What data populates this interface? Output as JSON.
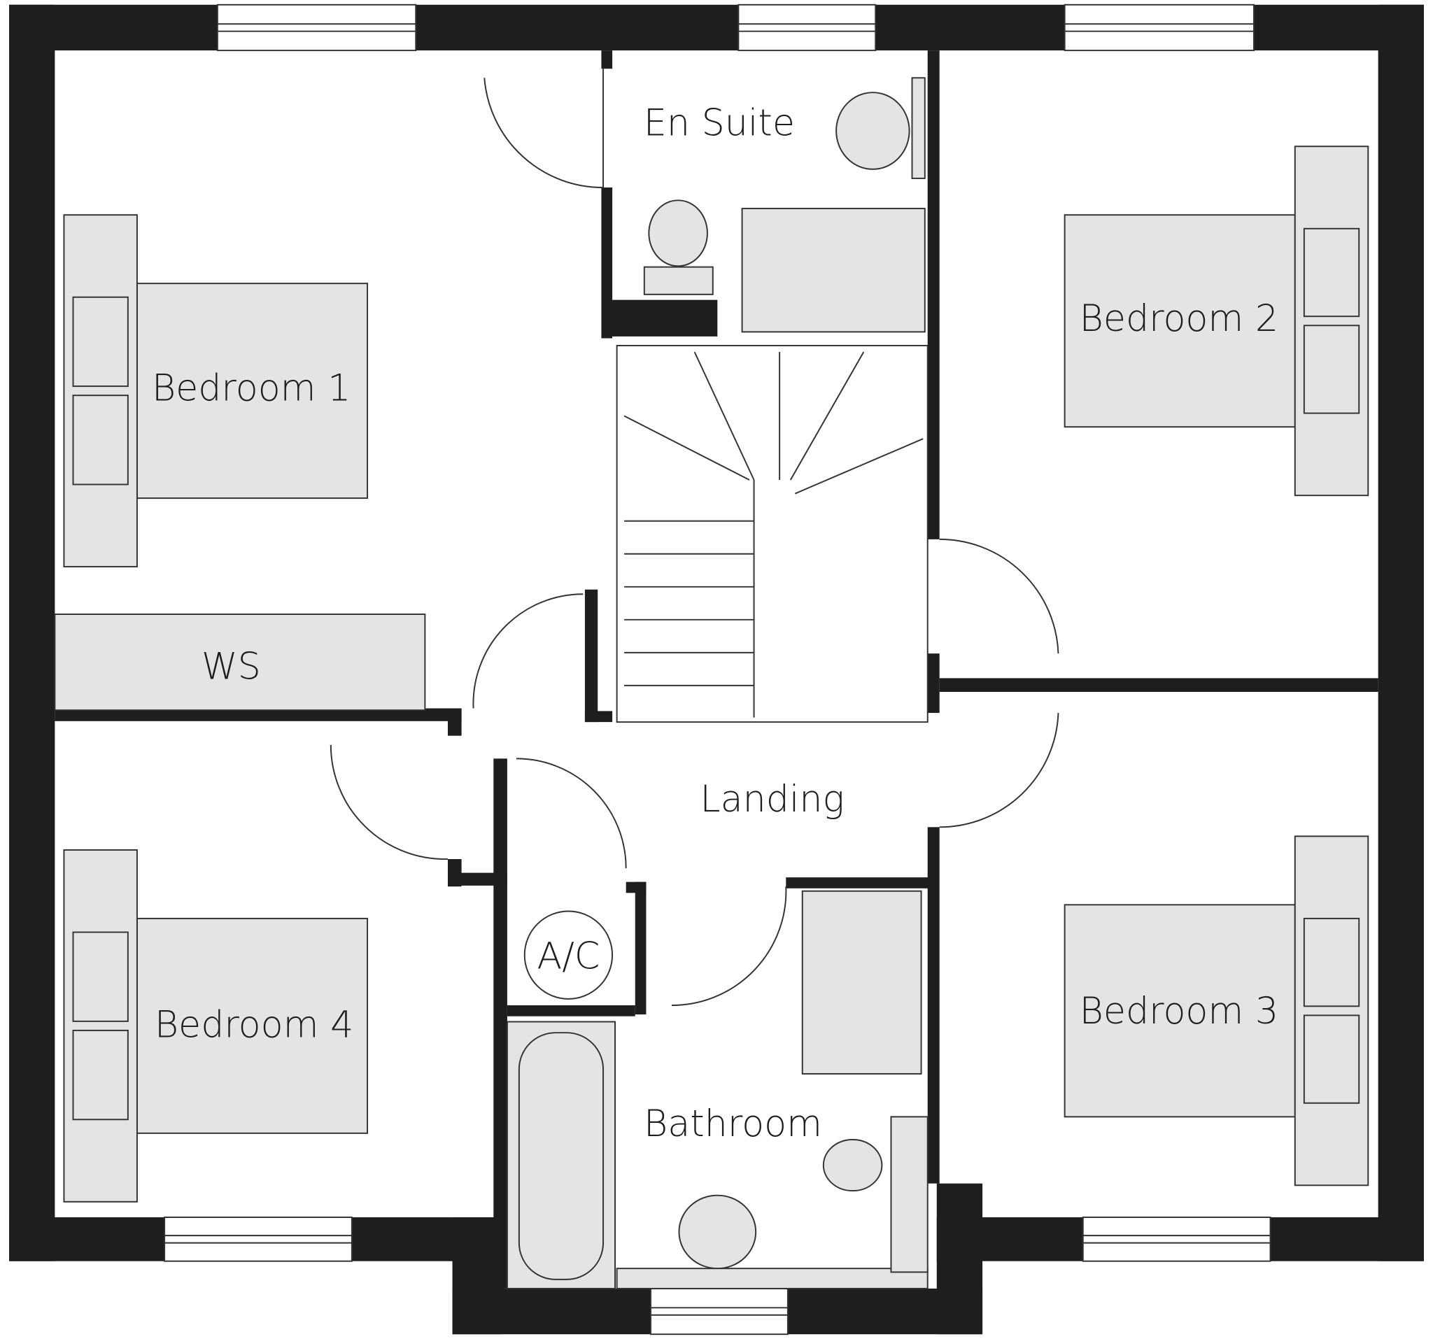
{
  "rooms": {
    "en_suite": "En Suite",
    "bedroom_1": "Bedroom 1",
    "bedroom_2": "Bedroom 2",
    "bedroom_3": "Bedroom 3",
    "bedroom_4": "Bedroom 4",
    "wardrobe": "WS",
    "landing": "Landing",
    "airing_cupboard": "A/C",
    "bathroom": "Bathroom"
  },
  "colors": {
    "wall": "#1e1e1e",
    "furniture": "#e4e4e4",
    "background": "#ffffff"
  }
}
